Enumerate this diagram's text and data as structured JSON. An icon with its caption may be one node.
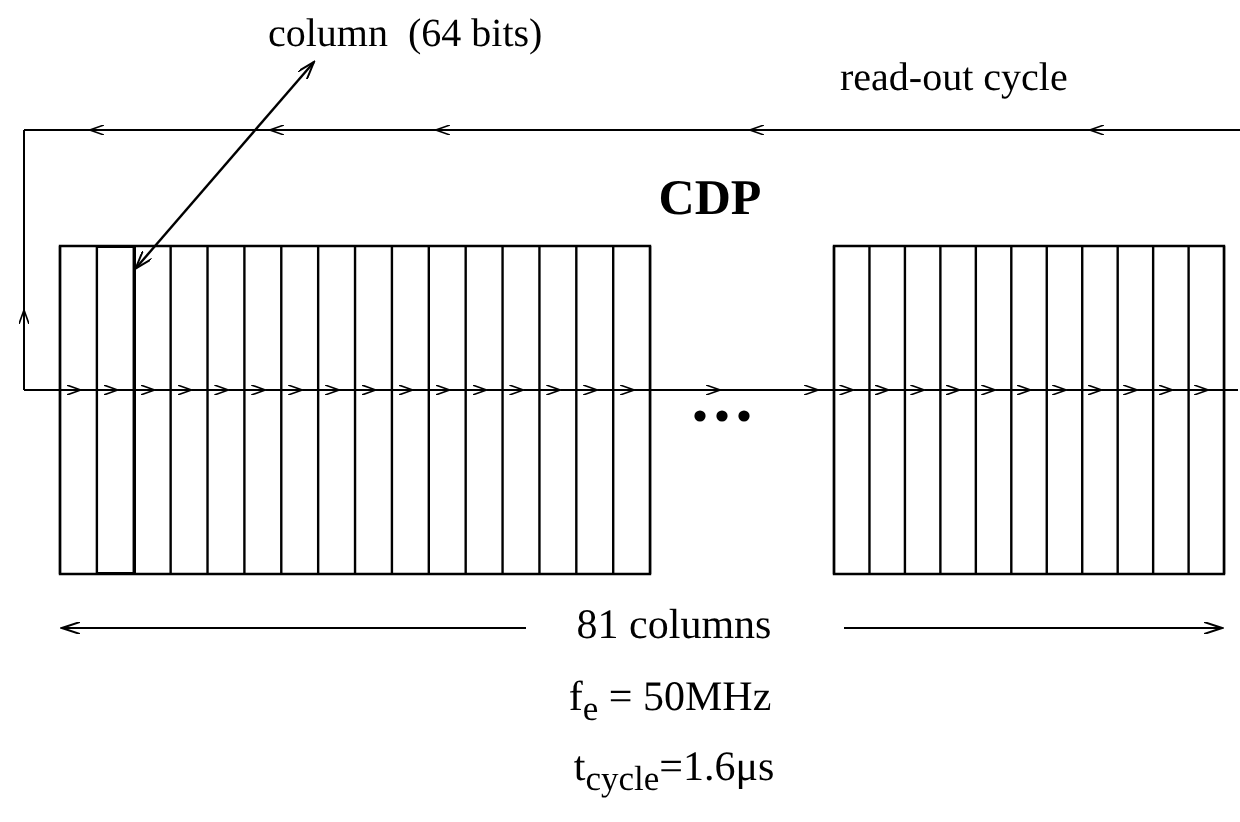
{
  "diagram": {
    "title": "CDP",
    "nodes": [
      {
        "text": [
          "column  (64 bits)"
        ]
      },
      {
        "text": [],
        "shape": "box"
      }
    ],
    "edges": [
      {
        "from": 0,
        "to": 1,
        "arrow": "both"
      }
    ],
    "labels": [
      "read-out cycle",
      "81 columns",
      "f$_{e}$ = 50MHz",
      "t$_{cycle}$=1.6μs"
    ]
  }
}
